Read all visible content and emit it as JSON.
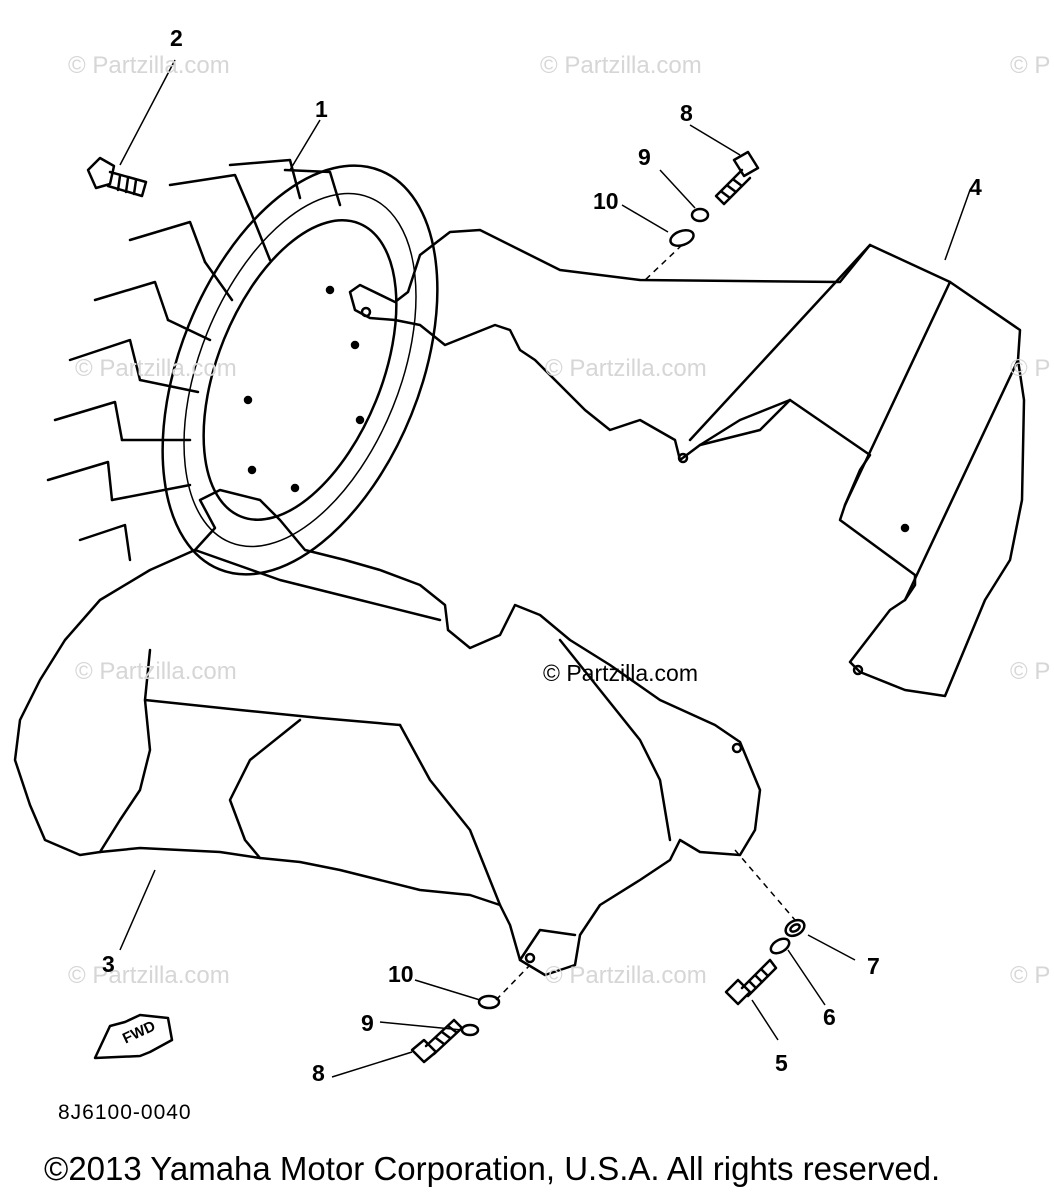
{
  "watermarks": [
    "© Partzilla.com",
    "© Partzilla.com",
    "© P",
    "© Partzilla.com",
    "© Partzilla.com",
    "© P",
    "© Partzilla.com",
    "© P",
    "© Partzilla.com",
    "© Partzilla.com",
    "© P"
  ],
  "center_watermark": "© Partzilla.com",
  "callouts": [
    "2",
    "1",
    "8",
    "9",
    "10",
    "4",
    "3",
    "10",
    "9",
    "8",
    "7",
    "6",
    "5"
  ],
  "fwd_label": "FWD",
  "diagram_code": "8J6100-0040",
  "copyright": "©2013 Yamaha Motor Corporation, U.S.A. All rights reserved."
}
